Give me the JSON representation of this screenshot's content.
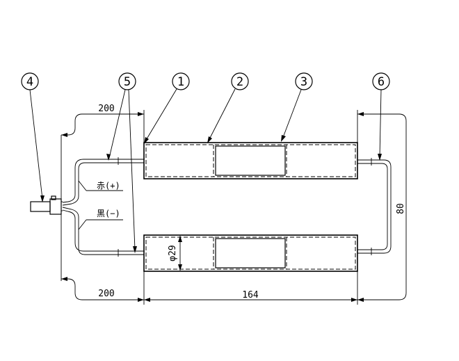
{
  "balloons": {
    "b1": "1",
    "b2": "2",
    "b3": "3",
    "b4": "4",
    "b5": "5",
    "b6": "6"
  },
  "dimensions": {
    "lead_top": "200",
    "lead_bottom": "200",
    "pack_length": "164",
    "pack_width": "80",
    "cell_diameter": "φ29"
  },
  "wires": {
    "red": "赤(+)",
    "black": "黒(−)"
  }
}
